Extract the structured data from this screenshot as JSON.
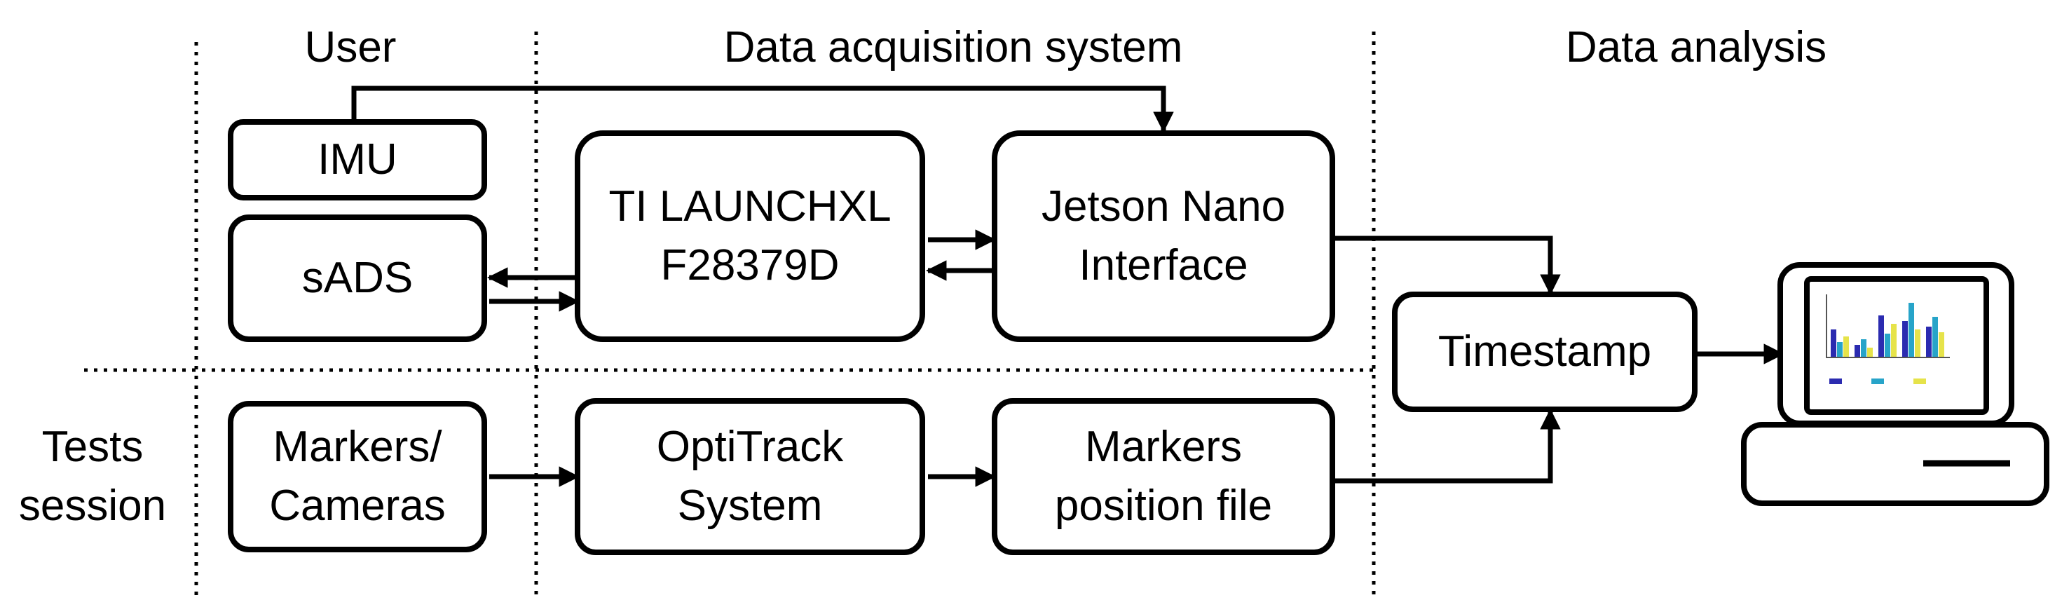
{
  "sections": {
    "user": "User",
    "daq": "Data acquisition system",
    "analysis": "Data analysis",
    "tests": "Tests\nsession"
  },
  "boxes": {
    "imu": "IMU",
    "sads": "sADS",
    "ti": "TI LAUNCHXL\nF28379D",
    "jetson": "Jetson Nano\nInterface",
    "timestamp": "Timestamp",
    "markers_cameras": "Markers/\nCameras",
    "optitrack": "OptiTrack\nSystem",
    "markers_file": "Markers\nposition file"
  },
  "icons": {
    "computer": "computer-with-bar-chart-icon"
  },
  "chart_thumbnail": {
    "colors": [
      "#2b2bb0",
      "#27a4c9",
      "#e6e34a"
    ]
  }
}
